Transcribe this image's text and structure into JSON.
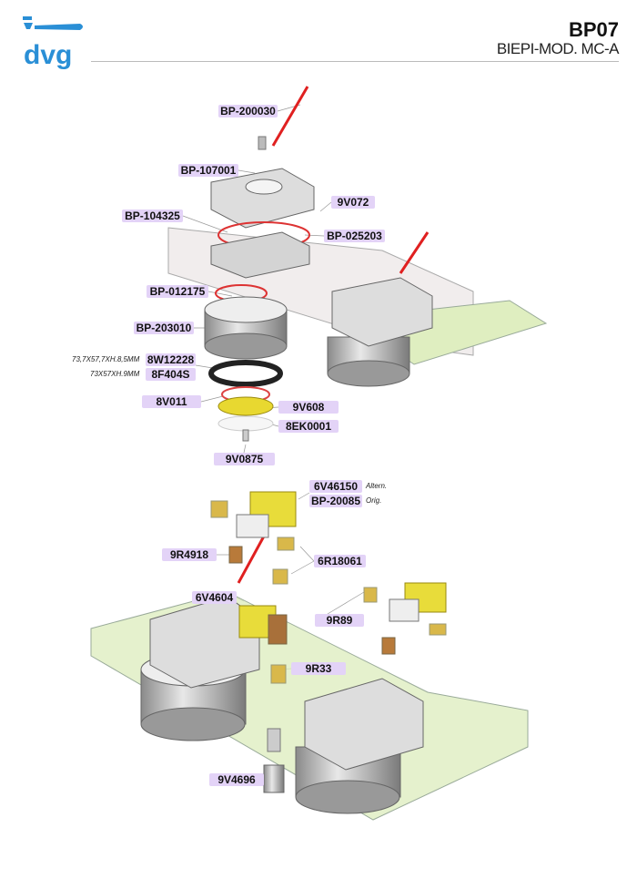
{
  "header": {
    "logo_text": "dvg",
    "code": "BP07",
    "model": "BIEPI-MOD. MC-A"
  },
  "parts": {
    "p1": "BP-200030",
    "p2": "BP-107001",
    "p3": "9V072",
    "p4": "BP-104325",
    "p5": "BP-025203",
    "p6": "BP-012175",
    "p7": "BP-203010",
    "p8": "8W12228",
    "p9": "8F404S",
    "p10": "8V011",
    "p11": "9V608",
    "p12": "8EK0001",
    "p13": "9V0875",
    "p14": "6V46150",
    "p15": "BP-20085",
    "p16": "9R4918",
    "p17": "6R18061",
    "p18": "6V4604",
    "p19": "9R89",
    "p20": "9R33",
    "p21": "9V4696"
  },
  "notes": {
    "p8_dim": "73,7X57,7XH.8,5MM",
    "p9_dim": "73X57XH.9MM",
    "p14_note": "Altern.",
    "p15_note": "Orig."
  },
  "colors": {
    "brand_blue": "#2a8fd6",
    "label_bg": "#e3d3f7",
    "plate_green": "#dfeec0",
    "solenoid_yellow": "#e8dc3a",
    "wire_red": "#e02020"
  }
}
